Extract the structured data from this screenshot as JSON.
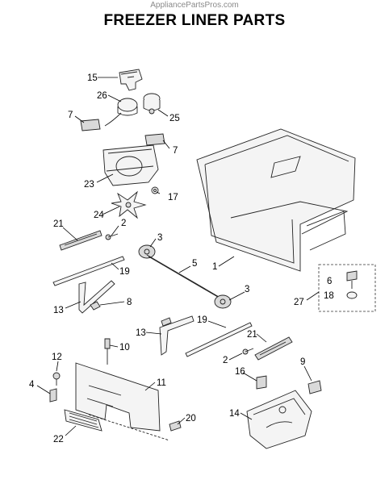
{
  "watermark": "AppliancePartsPros.com",
  "title": "FREEZER LINER PARTS",
  "callouts": [
    {
      "id": "c1",
      "text": "1"
    },
    {
      "id": "c2a",
      "text": "2"
    },
    {
      "id": "c2b",
      "text": "2"
    },
    {
      "id": "c3a",
      "text": "3"
    },
    {
      "id": "c3b",
      "text": "3"
    },
    {
      "id": "c4",
      "text": "4"
    },
    {
      "id": "c5",
      "text": "5"
    },
    {
      "id": "c6",
      "text": "6"
    },
    {
      "id": "c7a",
      "text": "7"
    },
    {
      "id": "c7b",
      "text": "7"
    },
    {
      "id": "c8",
      "text": "8"
    },
    {
      "id": "c9",
      "text": "9"
    },
    {
      "id": "c10",
      "text": "10"
    },
    {
      "id": "c11",
      "text": "11"
    },
    {
      "id": "c12",
      "text": "12"
    },
    {
      "id": "c13a",
      "text": "13"
    },
    {
      "id": "c13b",
      "text": "13"
    },
    {
      "id": "c14",
      "text": "14"
    },
    {
      "id": "c15",
      "text": "15"
    },
    {
      "id": "c16",
      "text": "16"
    },
    {
      "id": "c17",
      "text": "17"
    },
    {
      "id": "c18",
      "text": "18"
    },
    {
      "id": "c19a",
      "text": "19"
    },
    {
      "id": "c19b",
      "text": "19"
    },
    {
      "id": "c20",
      "text": "20"
    },
    {
      "id": "c21a",
      "text": "21"
    },
    {
      "id": "c21b",
      "text": "21"
    },
    {
      "id": "c22",
      "text": "22"
    },
    {
      "id": "c23",
      "text": "23"
    },
    {
      "id": "c24",
      "text": "24"
    },
    {
      "id": "c25",
      "text": "25"
    },
    {
      "id": "c26",
      "text": "26"
    },
    {
      "id": "c27",
      "text": "27"
    }
  ]
}
